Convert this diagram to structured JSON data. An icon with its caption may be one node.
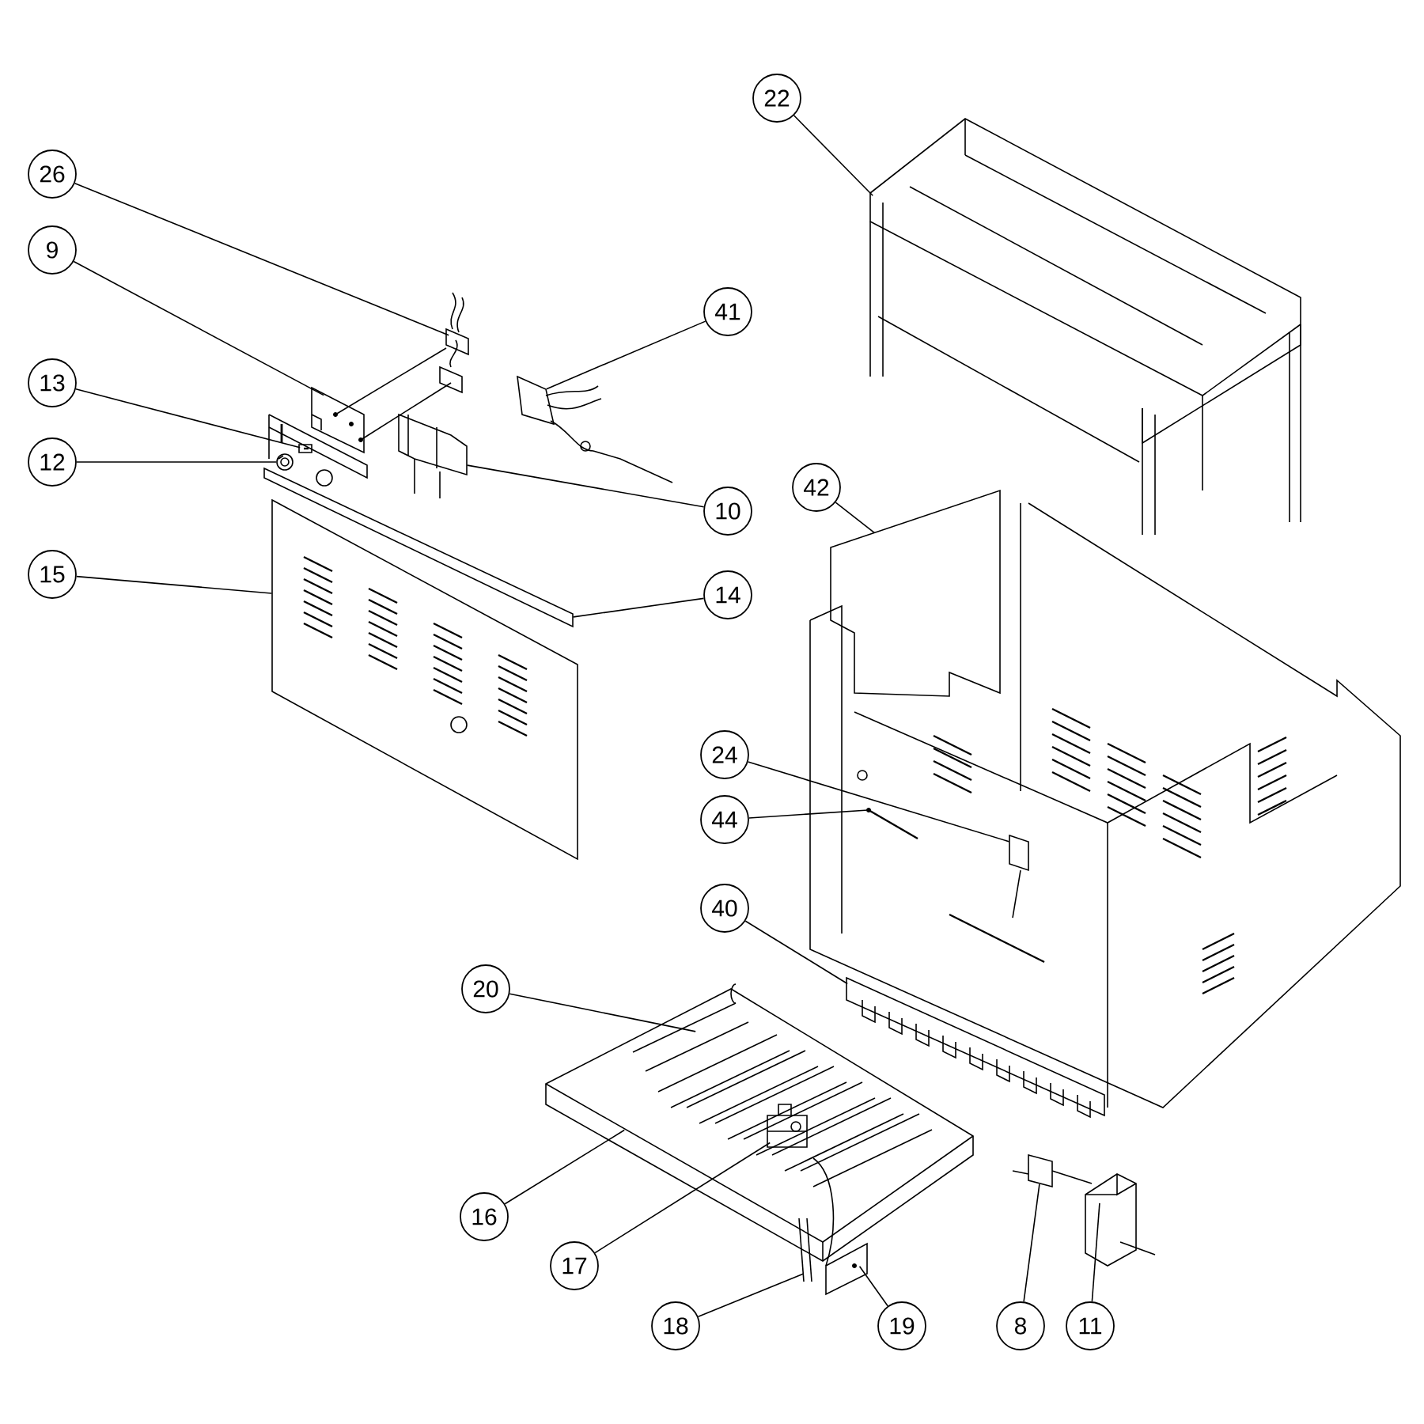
{
  "diagram": {
    "nodes": [
      {
        "text": [
          "22"
        ]
      },
      {
        "text": [
          "26"
        ]
      },
      {
        "text": [
          "9"
        ]
      },
      {
        "text": [
          "41"
        ]
      },
      {
        "text": [
          "13"
        ]
      },
      {
        "text": [
          "12"
        ]
      },
      {
        "text": [
          "42"
        ]
      },
      {
        "text": [
          "10"
        ]
      },
      {
        "text": [
          "15"
        ]
      },
      {
        "text": [
          "14"
        ]
      },
      {
        "text": [
          "24"
        ]
      },
      {
        "text": [
          "44"
        ]
      },
      {
        "text": [
          "40"
        ]
      },
      {
        "text": [
          "20"
        ]
      },
      {
        "text": [
          "16"
        ]
      },
      {
        "text": [
          "17"
        ]
      },
      {
        "text": [
          "18"
        ]
      },
      {
        "text": [
          "19"
        ]
      },
      {
        "text": [
          "8"
        ]
      },
      {
        "text": [
          "11"
        ]
      },
      {
        "text": [],
        "shape": "picture"
      },
      {
        "text": [],
        "shape": "picture"
      },
      {
        "text": [],
        "shape": "picture"
      },
      {
        "text": [],
        "shape": "picture"
      },
      {
        "text": [],
        "shape": "picture"
      },
      {
        "text": [],
        "shape": "picture"
      },
      {
        "text": [],
        "shape": "picture"
      },
      {
        "text": [],
        "shape": "picture"
      },
      {
        "text": [],
        "shape": "picture"
      },
      {
        "text": [],
        "shape": "picture"
      },
      {
        "text": [],
        "shape": "picture"
      },
      {
        "text": [],
        "shape": "picture"
      },
      {
        "text": [],
        "shape": "picture"
      },
      {
        "text": [],
        "shape": "picture"
      },
      {
        "text": [],
        "shape": "picture",
        "in": 33
      },
      {
        "text": [],
        "shape": "picture",
        "in": 33
      },
      {
        "text": [],
        "shape": "picture"
      },
      {
        "text": [],
        "shape": "picture"
      },
      {
        "text": [],
        "shape": "picture"
      },
      {
        "text": [],
        "shape": "picture"
      }
    ],
    "edges": [
      {
        "from": 0,
        "to": 20,
        "arrow": "none"
      },
      {
        "from": 1,
        "to": 21,
        "arrow": "none"
      },
      {
        "from": 2,
        "to": 22,
        "arrow": "none"
      },
      {
        "from": 3,
        "to": 23,
        "arrow": "none"
      },
      {
        "from": 4,
        "to": 24,
        "arrow": "none"
      },
      {
        "from": 5,
        "to": 25,
        "arrow": "none"
      },
      {
        "from": 6,
        "to": 26,
        "arrow": "none"
      },
      {
        "from": 7,
        "to": 27,
        "arrow": "none"
      },
      {
        "from": 8,
        "to": 28,
        "arrow": "none"
      },
      {
        "from": 9,
        "to": 29,
        "arrow": "none"
      },
      {
        "from": 10,
        "to": 30,
        "arrow": "none"
      },
      {
        "from": 11,
        "to": 31,
        "arrow": "none"
      },
      {
        "from": 12,
        "to": 32,
        "arrow": "none"
      },
      {
        "from": 13,
        "to": 34,
        "arrow": "none"
      },
      {
        "from": 14,
        "to": 33,
        "arrow": "none"
      },
      {
        "from": 15,
        "to": 35,
        "arrow": "none"
      },
      {
        "from": 16,
        "to": 36,
        "arrow": "none"
      },
      {
        "from": 17,
        "to": 37,
        "arrow": "none"
      },
      {
        "from": 18,
        "to": 38,
        "arrow": "none"
      },
      {
        "from": 19,
        "to": 39,
        "arrow": "none"
      },
      {
        "from": 22,
        "to": 21,
        "arrow": "none"
      },
      {
        "from": 22,
        "to": 21,
        "arrow": "none"
      }
    ]
  }
}
